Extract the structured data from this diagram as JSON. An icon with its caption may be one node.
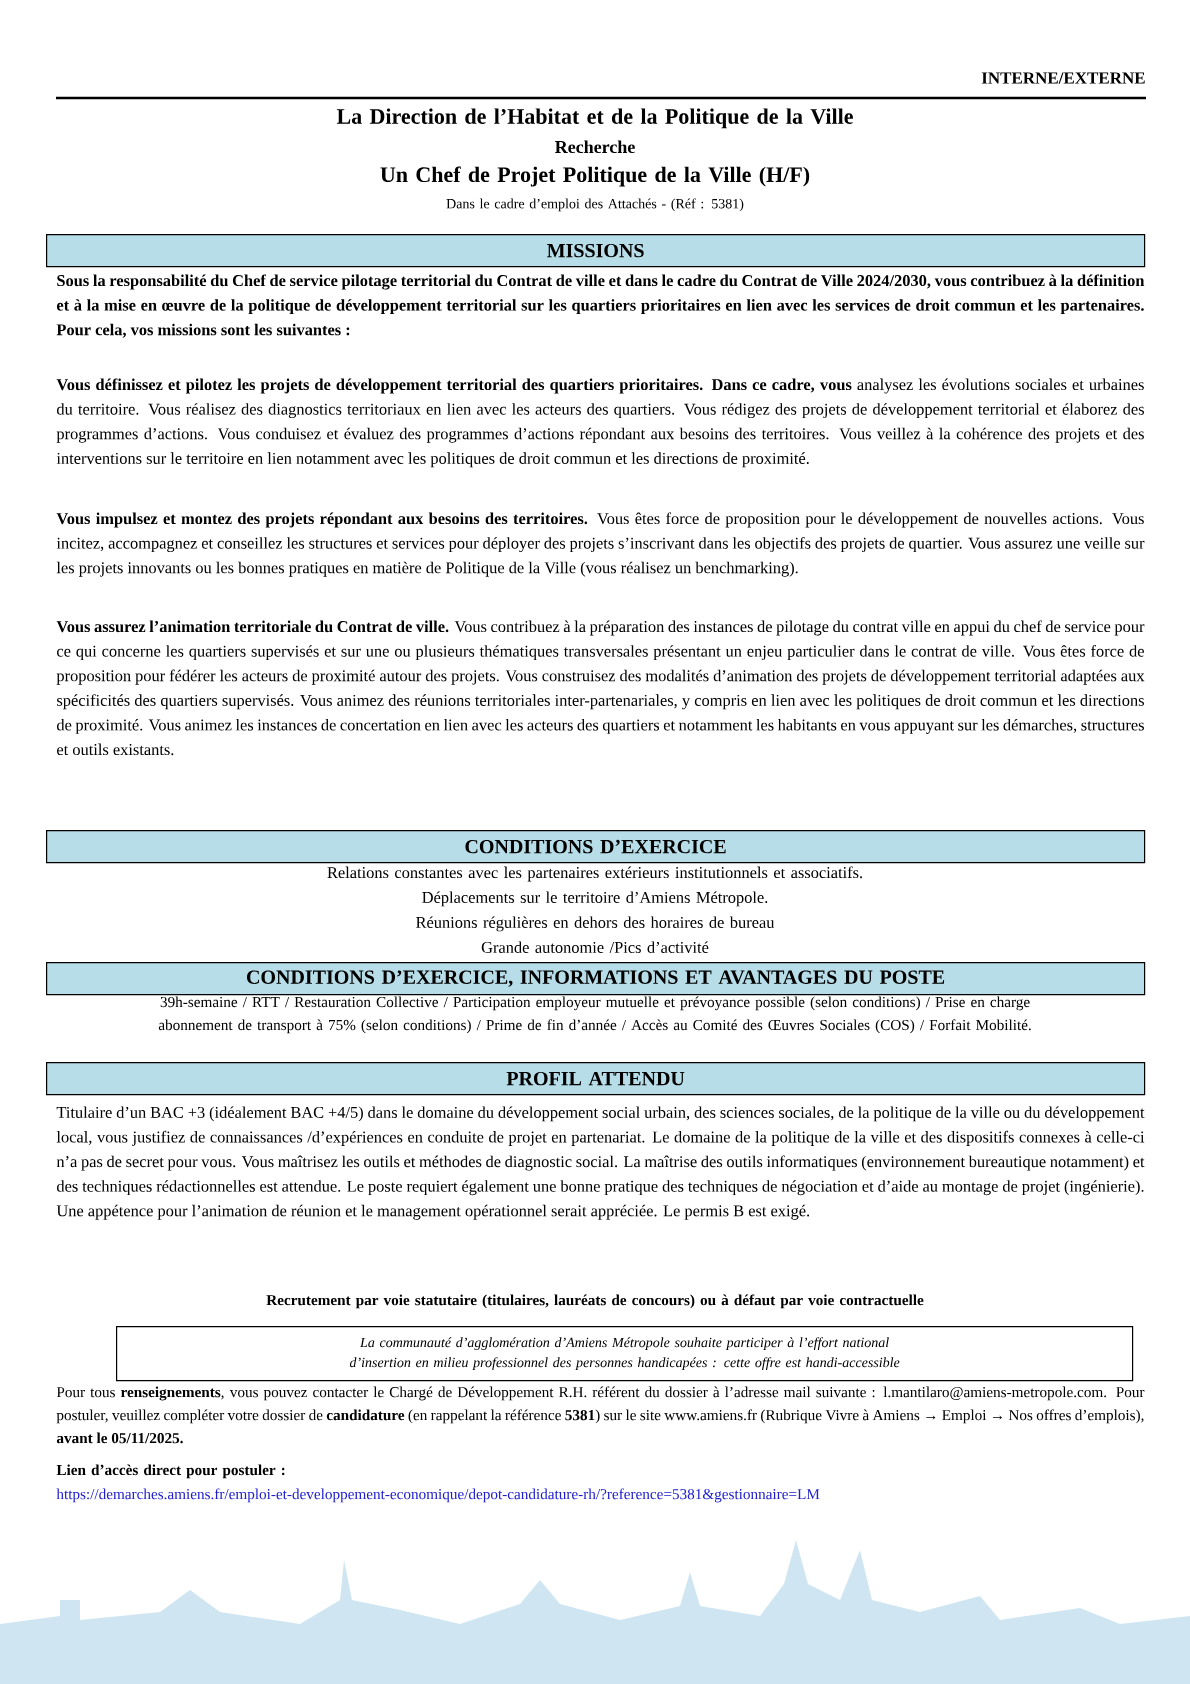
{
  "diagram": {
    "nodes": [
      {
        "text": [
          "MISSIONS"
        ]
      },
      {
        "text": [
          "CONDITIONS D’EXERCICE"
        ]
      },
      {
        "text": [
          "CONDITIONS D’EXERCICE, INFORMATIONS ET AVANTAGES DU POSTE"
        ]
      },
      {
        "text": [
          "PROFIL ATTENDU"
        ]
      },
      {
        "text": [
          "La communauté d’agglomération d’Amiens Métropole souhaite participer à l’effort national d’insertion en milieu professionnel des personnes handicapées : cette offre est handi-accessible"
        ]
      }
    ],
    "labels": [
      "INTERNE/EXTERNE",
      "La Direction de l’Habitat et de la Politique de la Ville",
      "Recherche",
      "Un Chef de Projet Politique de la Ville (H/F)",
      "Dans le cadre d’emploi des Attachés - (Réf : 5381)",
      "Sous la responsabilité du Chef de service pilotage territorial du Contrat de ville et dans le cadre du Contrat de Ville 2024/2030, vous contribuez à la définition et à la mise en œuvre de la politique de développement territorial sur les quartiers prioritaires en lien avec les services de droit commun et les partenaires. Pour cela, vos missions sont les suivantes :",
      "**Vous définissez et pilotez les projets de développement territorial des quartiers prioritaires. Dans ce cadre, vous** analysez les évolutions sociales et urbaines du territoire. Vous réalisez des diagnostics territoriaux en lien avec les acteurs des quartiers. Vous rédigez des projets de développement territorial et élaborez des programmes d’actions. Vous conduisez et évaluez des programmes d’actions répondant aux besoins des territoires. Vous veillez à la cohérence des projets et des interventions sur le territoire en lien notamment avec les politiques de droit commun et les directions de proximité.",
      "**Vous impulsez et montez des projets répondant aux besoins des territoires.** Vous êtes force de proposition pour le développement de nouvelles actions. Vous incitez, accompagnez et conseillez les structures et services pour déployer des projets s’inscrivant dans les objectifs des projets de quartier. Vous assurez une veille sur les projets innovants ou les bonnes pratiques en matière de Politique de la Ville (vous réalisez un benchmarking).",
      "**Vous assurez l’animation territoriale du Contrat de ville.** Vous contribuez à la préparation des instances de pilotage du contrat ville en appui du chef de service pour ce qui concerne les quartiers supervisés et sur une ou plusieurs thématiques transversales présentant un enjeu particulier dans le contrat de ville. Vous êtes force de proposition pour fédérer les acteurs de proximité autour des projets. Vous construisez des modalités d’animation des projets de développement territorial adaptées aux spécificités des quartiers supervisés. Vous animez des réunions territoriales inter-partenariales, y compris en lien avec les politiques de droit commun et les directions de proximité. Vous animez les instances de concertation en lien avec les acteurs des quartiers et notamment les habitants en vous appuyant sur les démarches, structures et outils existants.",
      "Relations constantes avec les partenaires extérieurs institutionnels et associatifs.",
      "Déplacements sur le territoire d’Amiens Métropole.",
      "Réunions régulières en dehors des horaires de bureau",
      "Grande autonomie /Pics d’activité",
      "39h-semaine / RTT / Restauration Collective / Participation employeur mutuelle et prévoyance possible (selon conditions) / Prise en charge abonnement de transport à 75% (selon conditions) / Prime de fin d’année / Accès au Comité des Œuvres Sociales (COS) / Forfait Mobilité.",
      "Titulaire d’un BAC +3 (idéalement BAC +4/5) dans le domaine du développement social urbain, des sciences sociales, de la politique de la ville ou du développement local, vous justifiez de connaissances /d’expériences en conduite de projet en partenariat. Le domaine de la politique de la ville et des dispositifs connexes à celle-ci n’a pas de secret pour vous. Vous maîtrisez les outils et méthodes de diagnostic social. La maîtrise des outils informatiques (environnement bureautique notamment) et des techniques rédactionnelles est attendue. Le poste requiert également une bonne pratique des techniques de négociation et d’aide au montage de projet (ingénierie). Une appétence pour l’animation de réunion et le management opérationnel serait appréciée. Le permis B est exigé.",
      "Recrutement par voie statutaire (titulaires, lauréats de concours) ou à défaut par voie contractuelle",
      "Pour tous **renseignements**, vous pouvez contacter le Chargé de Développement R.H. référent du dossier à l’adresse mail suivante : l.mantilaro@amiens-metropole.com. Pour postuler, veuillez compléter votre dossier de **candidature** (en rappelant la référence **5381**) sur le site www.amiens.fr (Rubrique Vivre à Amiens → Emploi → Nos offres d’emplois), **avant le 05/11/2025.**",
      "Lien d’accès direct pour postuler :",
      "https://demarches.amiens.fr/emploi-et-developpement-economique/depot-candidature-rh/?reference=5381&gestionnaire=LM"
    ]
  }
}
